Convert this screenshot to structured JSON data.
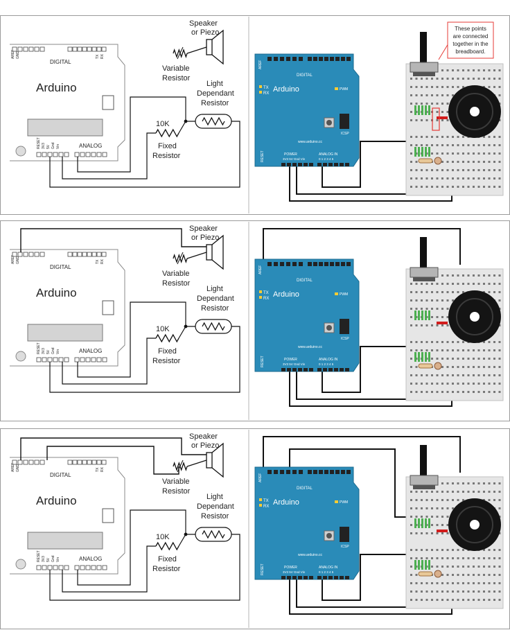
{
  "labels": {
    "speaker": [
      "Speaker",
      "or Piezo"
    ],
    "variable_resistor": [
      "Variable",
      "Resistor"
    ],
    "ldr": [
      "Light",
      "Dependant",
      "Resistor"
    ],
    "fixed_value": "10K",
    "fixed_resistor": [
      "Fixed",
      "Resistor"
    ],
    "arduino": "Arduino",
    "digital": "DIGITAL",
    "analog": "ANALOG",
    "aref": "AREF",
    "gnd": "GND",
    "tx": "TX",
    "rx": "RX",
    "reset": "RESET",
    "v33": "3V3",
    "v5": "5V",
    "gnd_pin": "Gnd",
    "vin": "Vin"
  },
  "shield": {
    "name": "Arduino",
    "pwm": "PWM",
    "tx": "TX",
    "rx": "RX",
    "icsp": "ICSP",
    "url": "www.arduino.cc",
    "digital": "DIGITAL",
    "power": "POWER",
    "analog_in": "ANALOG IN",
    "power_pins": "3V3  5V  Gnd  Vin",
    "analog_pins": "0  1  2  3  4  5",
    "reset": "RESET",
    "aref": "AREF"
  },
  "callout": [
    "These points",
    "are connected",
    "together in the",
    "breadboard."
  ],
  "colors": {
    "board": "#2a8bb8",
    "wire": "#111111",
    "red_wire": "#d21c1c",
    "breadboard": "#e6e6e6"
  }
}
